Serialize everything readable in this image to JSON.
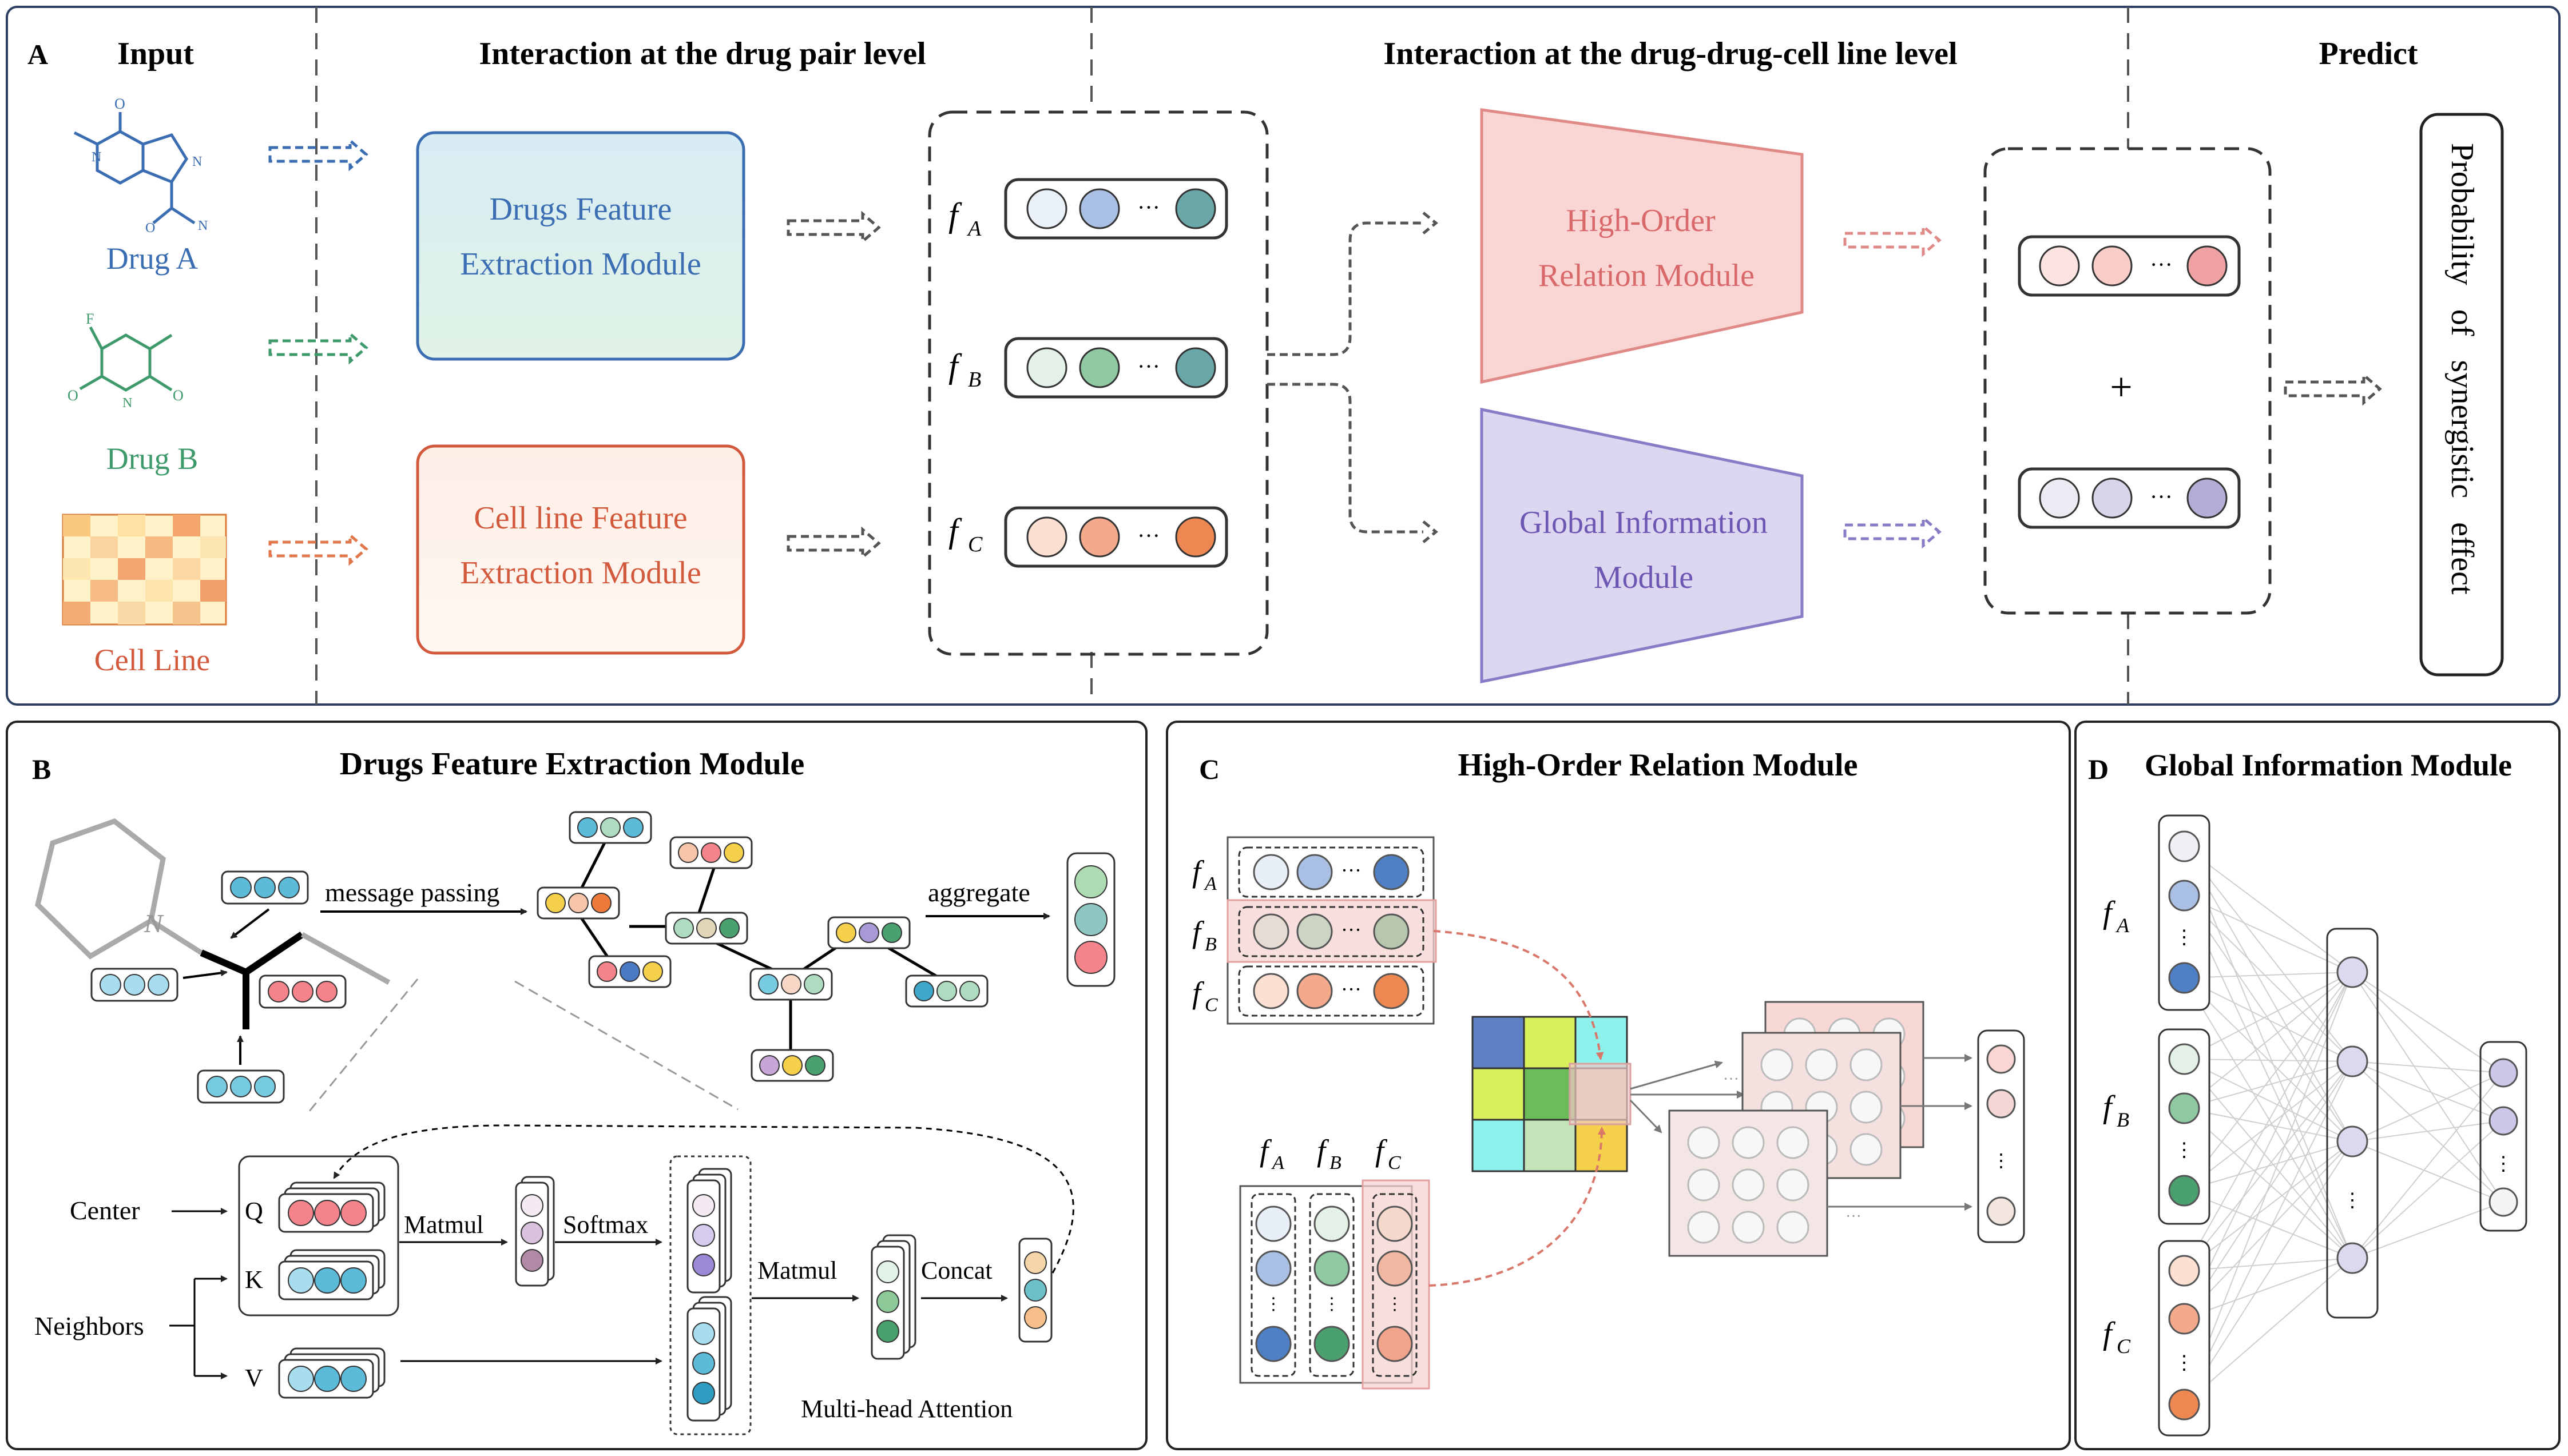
{
  "panel_a": {
    "label": "A",
    "headers": {
      "input": "Input",
      "drug_pair": "Interaction at the drug pair level",
      "ddc": "Interaction at the drug-drug-cell line level",
      "predict": "Predict"
    },
    "inputs": {
      "drug_a": "Drug A",
      "drug_b": "Drug B",
      "cell_line": "Cell Line"
    },
    "modules": {
      "drugs_feat_1": "Drugs Feature",
      "drugs_feat_2": "Extraction Module",
      "cell_feat_1": "Cell line Feature",
      "cell_feat_2": "Extraction Module",
      "high_order_1": "High-Order",
      "high_order_2": "Relation Module",
      "global_1": "Global Information",
      "global_2": "Module"
    },
    "features": {
      "f": "f",
      "a": "A",
      "b": "B",
      "c": "C",
      "ellipsis": "···"
    },
    "plus": "+",
    "output": "Probability   of   synergistic   effect"
  },
  "panel_b": {
    "label": "B",
    "title": "Drugs Feature Extraction Module",
    "atom": "N",
    "message_passing": "message passing",
    "aggregate": "aggregate",
    "center": "Center",
    "neighbors": "Neighbors",
    "q": "Q",
    "k": "K",
    "v": "V",
    "matmul1": "Matmul",
    "softmax": "Softmax",
    "matmul2": "Matmul",
    "concat": "Concat",
    "mha": "Multi-head Attention"
  },
  "panel_c": {
    "label": "C",
    "title": "High-Order Relation Module"
  },
  "panel_d": {
    "label": "D",
    "title": "Global Information Module"
  },
  "colors": {
    "drug_a": "#3b6db3",
    "drug_b": "#3e9a6a",
    "cell_line": "#d2593c",
    "high_order_fill": "#f9d6d3",
    "high_order_text": "#d9686b",
    "global_fill": "#dcd6f0",
    "global_text": "#6b58b3"
  }
}
